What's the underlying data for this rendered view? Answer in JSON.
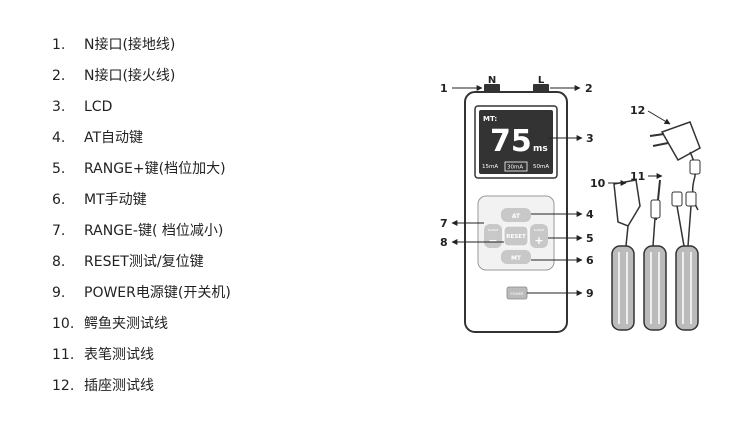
{
  "legend": [
    {
      "num": "1.",
      "text": "N接口(接地线)"
    },
    {
      "num": "2.",
      "text": "N接口(接火线)"
    },
    {
      "num": "3.",
      "text": "LCD"
    },
    {
      "num": "4.",
      "text": "AT自动键"
    },
    {
      "num": "5.",
      "text": "RANGE+键(档位加大)"
    },
    {
      "num": "6.",
      "text": "MT手动键"
    },
    {
      "num": "7.",
      "text": "RANGE-键( 档位减小)"
    },
    {
      "num": "8.",
      "text": "RESET测试/复位键"
    },
    {
      "num": "9.",
      "text": "POWER电源键(开关机)"
    },
    {
      "num": "10.",
      "text": "鳄鱼夹测试线"
    },
    {
      "num": "11.",
      "text": "表笔测试线"
    },
    {
      "num": "12.",
      "text": "插座测试线"
    }
  ],
  "device": {
    "port_n": "N",
    "port_l": "L",
    "lcd_mode": "MT:",
    "lcd_value": "75",
    "lcd_unit": "ms",
    "lcd_range_low": "15mA",
    "lcd_range_mid": "30mA",
    "lcd_range_high": "50mA",
    "btn_at": "AT",
    "btn_mt": "MT",
    "btn_reset": "RESET",
    "btn_minus": "−",
    "btn_plus": "+",
    "btn_range_small_left": "RANGE",
    "btn_range_small_right": "RANGE",
    "btn_power": "POWER"
  },
  "callouts": {
    "c1": "1",
    "c2": "2",
    "c3": "3",
    "c4": "4",
    "c5": "5",
    "c6": "6",
    "c7": "7",
    "c8": "8",
    "c9": "9",
    "c10": "10",
    "c11": "11",
    "c12": "12"
  },
  "colors": {
    "outline": "#333333",
    "lcd_bg": "#333333",
    "lcd_text": "#ffffff",
    "button_fill": "#c8c8c8",
    "grip_fill": "#bbbbbb"
  }
}
